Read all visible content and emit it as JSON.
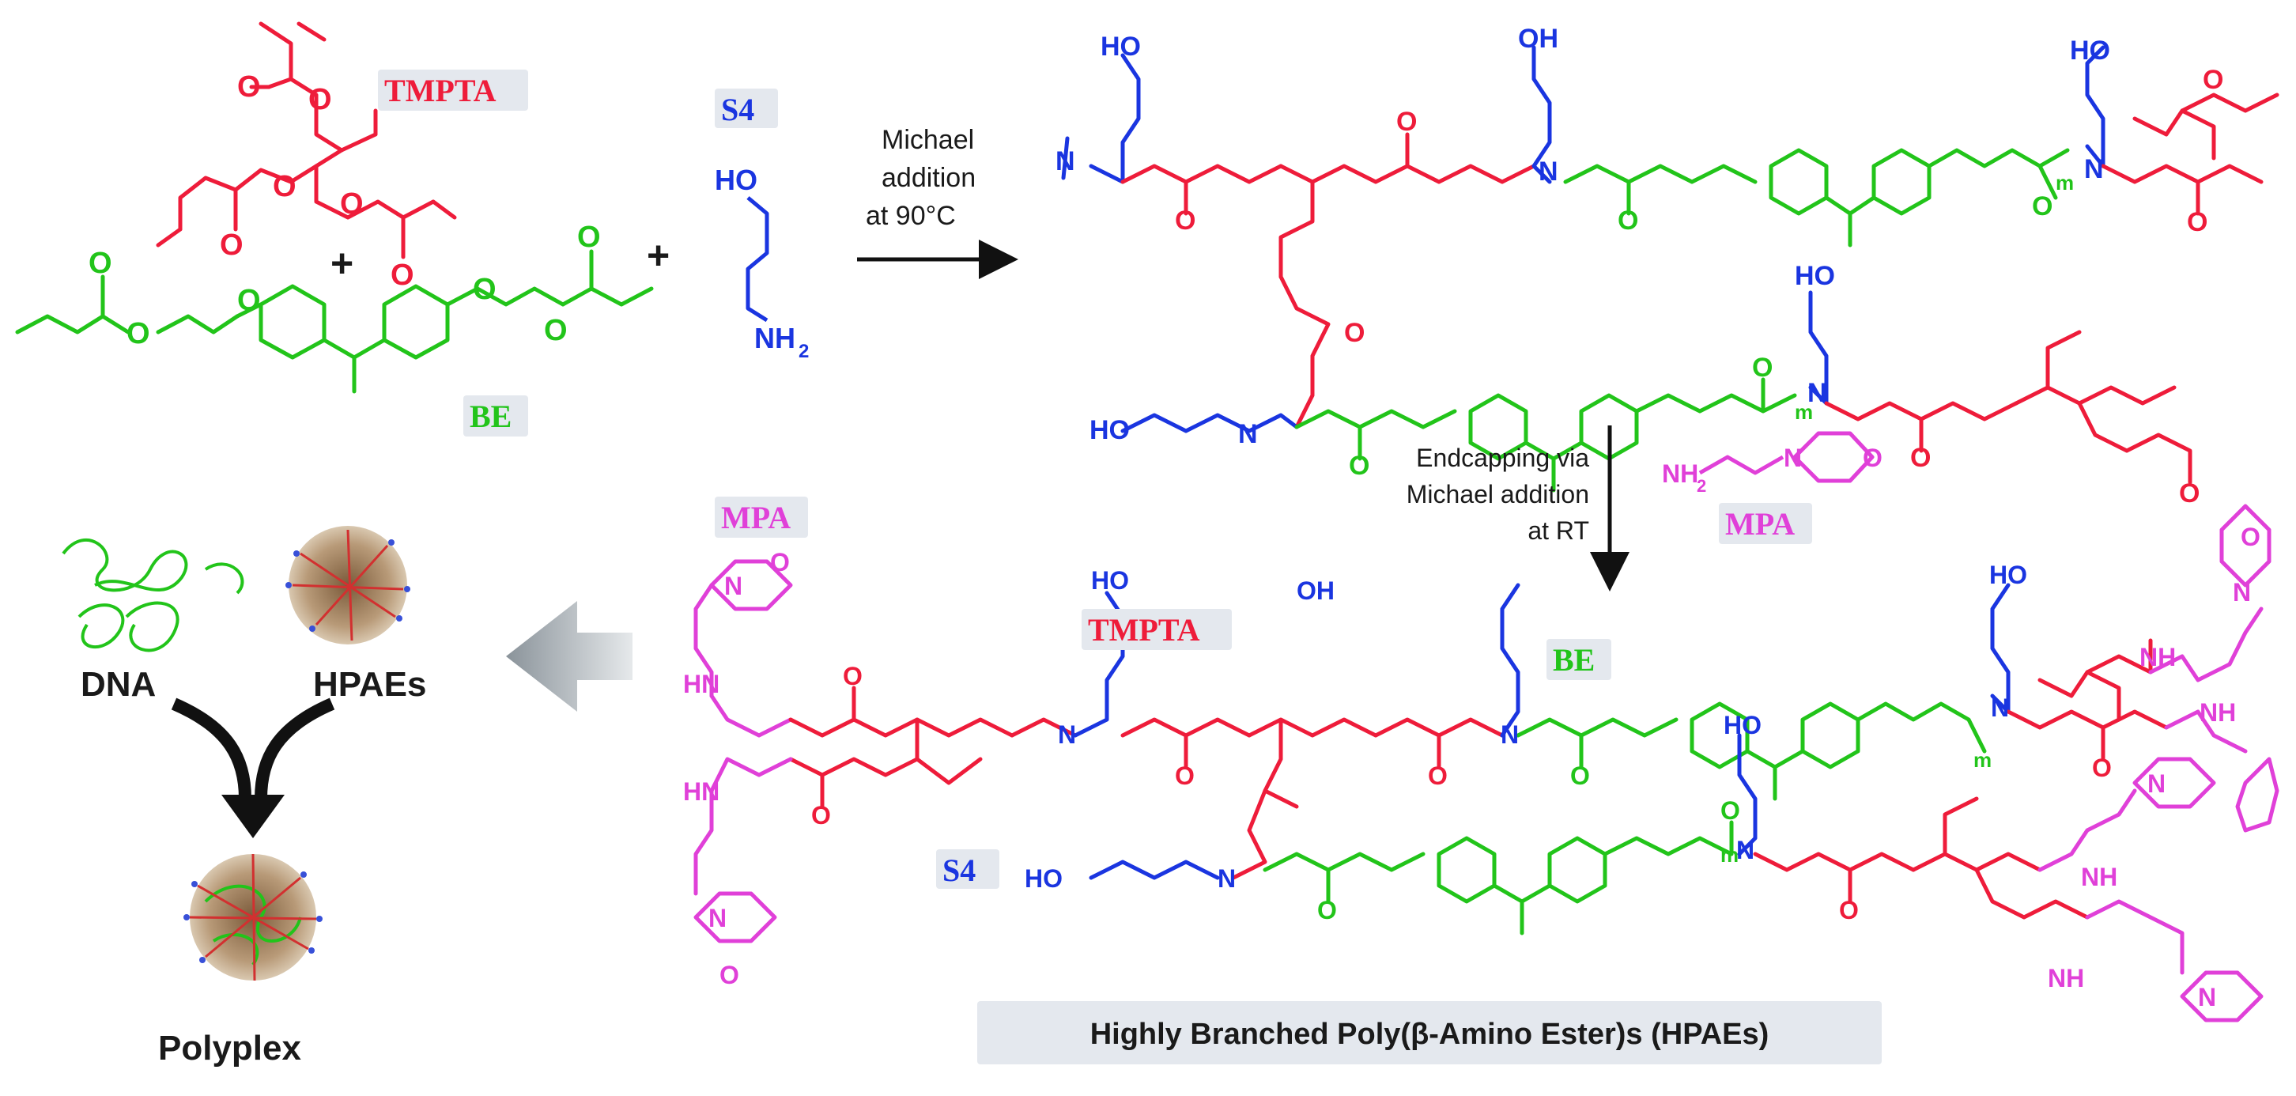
{
  "labels": {
    "tmpta": "TMPTA",
    "be": "BE",
    "s4": "S4",
    "mpa": "MPA",
    "plus": "+",
    "dna": "DNA",
    "hpaes": "HPAEs",
    "polyplex": "Polyplex",
    "footer": "Highly Branched Poly(β-Amino Ester)s (HPAEs)"
  },
  "conditions": {
    "step1": [
      "Michael",
      "addition",
      "at 90°C"
    ],
    "step2": [
      "Endcapping via",
      "Michael addition",
      "at RT"
    ]
  },
  "atoms": {
    "O": "O",
    "HO": "HO",
    "OH": "OH",
    "N": "N",
    "NH": "NH",
    "HN": "HN",
    "NH2": "NH",
    "sub2": "2",
    "m": "m"
  },
  "colors": {
    "tmpta": "#ee1c3a",
    "be": "#22c41a",
    "s4": "#1a35e0",
    "mpa": "#e040d8",
    "label_bg": "#e4e8ee",
    "text": "#1a1a1a"
  }
}
